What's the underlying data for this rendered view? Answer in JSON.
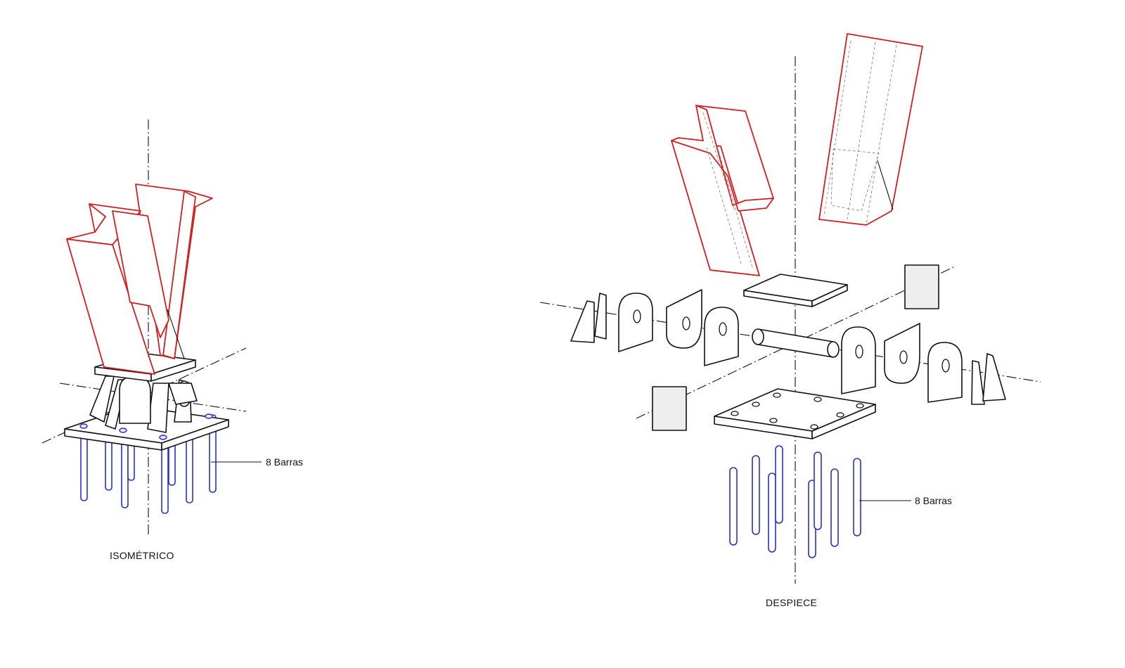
{
  "views": {
    "isometric": {
      "title": "ISOMÉTRICO",
      "bars_label": "8 Barras"
    },
    "exploded": {
      "title": "DESPIECE",
      "bars_label": "8 Barras"
    }
  },
  "colors": {
    "beam": "#d41d1d",
    "bars": "#2630c9",
    "plates": "#111111"
  }
}
